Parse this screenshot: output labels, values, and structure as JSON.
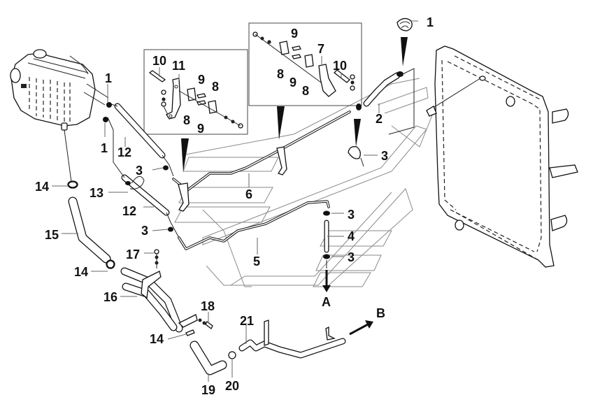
{
  "diagram": {
    "title": "Coolant expansion tank, hoses and pipes to radiator (exploded parts view)",
    "callouts": [
      {
        "id": "c1a",
        "text": "1"
      },
      {
        "id": "c1b",
        "text": "1"
      },
      {
        "id": "c1c",
        "text": "1"
      },
      {
        "id": "c2",
        "text": "2"
      },
      {
        "id": "c3a",
        "text": "3"
      },
      {
        "id": "c3b",
        "text": "3"
      },
      {
        "id": "c3c",
        "text": "3"
      },
      {
        "id": "c3d",
        "text": "3"
      },
      {
        "id": "c3e",
        "text": "3"
      },
      {
        "id": "c4",
        "text": "4"
      },
      {
        "id": "c5",
        "text": "5"
      },
      {
        "id": "c6",
        "text": "6"
      },
      {
        "id": "c7",
        "text": "7"
      },
      {
        "id": "c8a",
        "text": "8"
      },
      {
        "id": "c8b",
        "text": "8"
      },
      {
        "id": "c8c",
        "text": "8"
      },
      {
        "id": "c8d",
        "text": "8"
      },
      {
        "id": "c9a",
        "text": "9"
      },
      {
        "id": "c9b",
        "text": "9"
      },
      {
        "id": "c9c",
        "text": "9"
      },
      {
        "id": "c9d",
        "text": "9"
      },
      {
        "id": "c10a",
        "text": "10"
      },
      {
        "id": "c10b",
        "text": "10"
      },
      {
        "id": "c11",
        "text": "11"
      },
      {
        "id": "c12a",
        "text": "12"
      },
      {
        "id": "c12b",
        "text": "12"
      },
      {
        "id": "c13",
        "text": "13"
      },
      {
        "id": "c14a",
        "text": "14"
      },
      {
        "id": "c14b",
        "text": "14"
      },
      {
        "id": "c14c",
        "text": "14"
      },
      {
        "id": "c15",
        "text": "15"
      },
      {
        "id": "c16",
        "text": "16"
      },
      {
        "id": "c17",
        "text": "17"
      },
      {
        "id": "c18",
        "text": "18"
      },
      {
        "id": "c19",
        "text": "19"
      },
      {
        "id": "c20",
        "text": "20"
      },
      {
        "id": "c21",
        "text": "21"
      }
    ],
    "direction_labels": {
      "a": "A",
      "b": "B"
    },
    "components": {
      "expansion_tank": "expansion-tank",
      "radiator": "radiator-frame",
      "clamp_detail_left": "clamp-bracket-detail-left",
      "clamp_detail_right": "clamp-bracket-detail-right"
    }
  }
}
